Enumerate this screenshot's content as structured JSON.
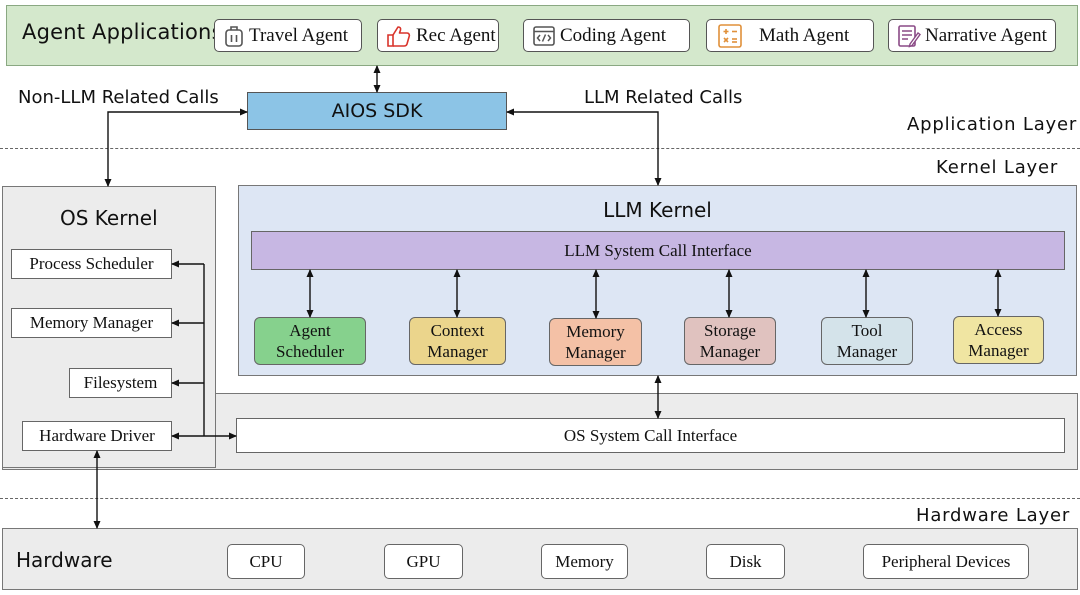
{
  "app_layer": {
    "title": "Agent Applications",
    "agents": [
      {
        "label": "Travel Agent",
        "icon": "luggage-icon"
      },
      {
        "label": "Rec Agent",
        "icon": "thumbs-up-icon"
      },
      {
        "label": "Coding Agent",
        "icon": "code-window-icon"
      },
      {
        "label": "Math Agent",
        "icon": "calculator-icon"
      },
      {
        "label": "Narrative Agent",
        "icon": "document-pen-icon"
      }
    ],
    "sdk": "AIOS SDK",
    "non_llm_calls": "Non-LLM Related Calls",
    "llm_calls": "LLM Related Calls",
    "layer_label": "Application Layer"
  },
  "kernel_layer": {
    "layer_label": "Kernel Layer",
    "os_kernel": {
      "title": "OS Kernel",
      "items": [
        "Process Scheduler",
        "Memory Manager",
        "Filesystem",
        "Hardware Driver"
      ]
    },
    "llm_kernel": {
      "title": "LLM Kernel",
      "syscall_interface": "LLM System Call Interface",
      "modules": [
        {
          "line1": "Agent",
          "line2": "Scheduler",
          "color": "#86d18d"
        },
        {
          "line1": "Context",
          "line2": "Manager",
          "color": "#ebd58c"
        },
        {
          "line1": "Memory",
          "line2": "Manager",
          "color": "#f4c1a6"
        },
        {
          "line1": "Storage",
          "line2": "Manager",
          "color": "#e0c2bf"
        },
        {
          "line1": "Tool",
          "line2": "Manager",
          "color": "#d4e3ea"
        },
        {
          "line1": "Access",
          "line2": "Manager",
          "color": "#f0e5a2"
        }
      ]
    },
    "os_syscall_interface": "OS System Call Interface"
  },
  "hardware_layer": {
    "layer_label": "Hardware Layer",
    "title": "Hardware",
    "items": [
      "CPU",
      "GPU",
      "Memory",
      "Disk",
      "Peripheral Devices"
    ]
  }
}
